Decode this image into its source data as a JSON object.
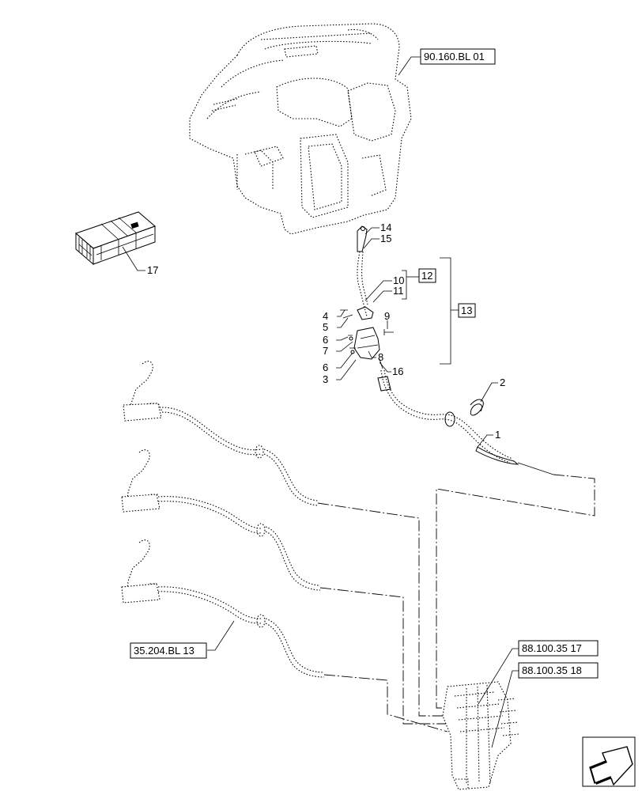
{
  "callouts": {
    "p1": "1",
    "p2": "2",
    "p3": "3",
    "p4": "4",
    "p5": "5",
    "p6a": "6",
    "p6b": "6",
    "p7": "7",
    "p8": "8",
    "p9": "9",
    "p10": "10",
    "p11": "11",
    "p12": "12",
    "p13": "13",
    "p14": "14",
    "p15": "15",
    "p16": "16",
    "p17": "17"
  },
  "references": {
    "ref_top": "90.160.BL 01",
    "ref_left": "35.204.BL 13",
    "ref_valve_a": "88.100.35 17",
    "ref_valve_b": "88.100.35 18"
  },
  "icons": {
    "nav": "arrow-down-left-icon",
    "kit": "parts-kit-box-icon"
  }
}
